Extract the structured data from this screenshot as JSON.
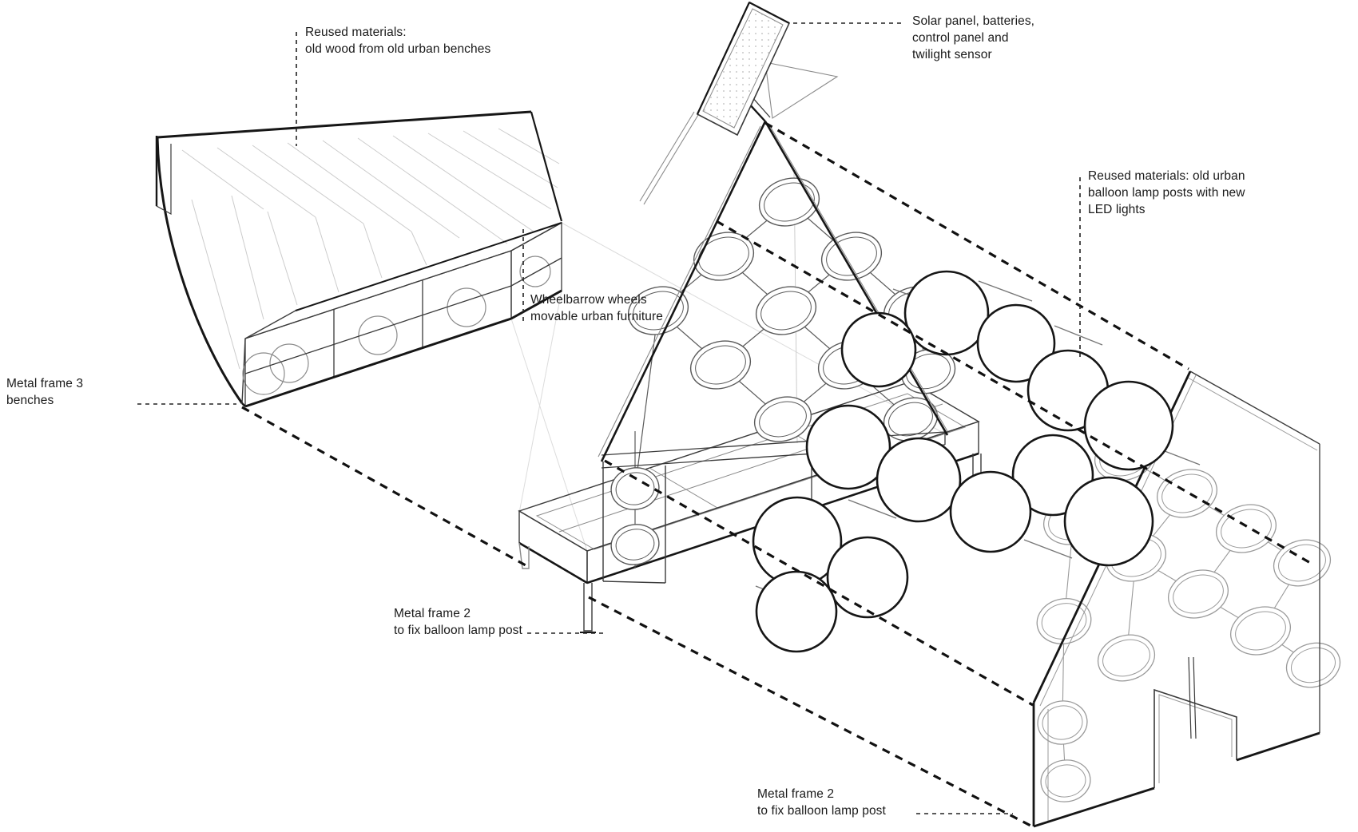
{
  "figure": {
    "type": "axonometric-exploded-diagram",
    "subject": "modular urban furniture with balloon lamp frames",
    "colors": {
      "background": "#ffffff",
      "ink": "#161616",
      "structure": "#3a3a3a",
      "light_line": "#8a8a8a",
      "hatch": "#cccccc",
      "dash": "#111111"
    }
  },
  "annotations": {
    "reused_wood": {
      "lines": [
        "Reused materials:",
        "old wood from old urban benches"
      ]
    },
    "solar_panel": {
      "lines": [
        "Solar panel, batteries,",
        "control panel and",
        "twilight sensor"
      ]
    },
    "balloon_lamps": {
      "lines": [
        "Reused materials: old urban",
        "balloon lamp posts with new",
        "LED lights"
      ]
    },
    "wheelbarrow": {
      "lines": [
        "Wheelbarrow wheels",
        "movable urban furniture"
      ]
    },
    "metal_frame_3": {
      "lines": [
        "Metal frame 3",
        "benches"
      ]
    },
    "metal_frame_2_mid": {
      "lines": [
        "Metal frame 2",
        "to fix balloon lamp post"
      ]
    },
    "metal_frame_2_bottom": {
      "lines": [
        "Metal frame 2",
        "to fix balloon lamp post"
      ]
    }
  }
}
